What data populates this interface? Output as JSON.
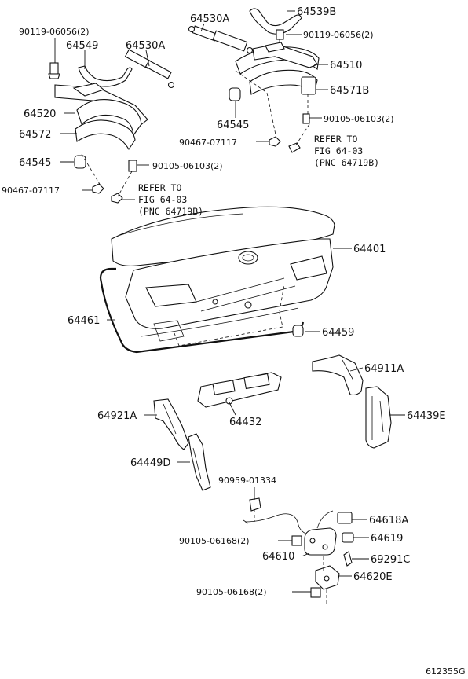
{
  "labels": {
    "l64539B": "64539B",
    "l64530A_top": "64530A",
    "l90119_right": "90119-06056(2)",
    "l90119_left": "90119-06056(2)",
    "l64549": "64549",
    "l64530A_left": "64530A",
    "l64510": "64510",
    "l64571B": "64571B",
    "l64520": "64520",
    "l64545_mid": "64545",
    "l90105_right": "90105-06103(2)",
    "l64572": "64572",
    "l90467_right": "90467-07117",
    "refer_right_1": "REFER TO",
    "refer_right_2": "FIG 64-03",
    "refer_right_3": "(PNC 64719B)",
    "l64545_left": "64545",
    "l90105_left": "90105-06103(2)",
    "l90467_left": "90467-07117",
    "refer_left_1": "REFER TO",
    "refer_left_2": "FIG 64-03",
    "refer_left_3": "(PNC 64719B)",
    "l64401": "64401",
    "l64461": "64461",
    "l64459": "64459",
    "l64911A": "64911A",
    "l64921A": "64921A",
    "l64432": "64432",
    "l64439E": "64439E",
    "l64449D": "64449D",
    "l90959": "90959-01334",
    "l64618A": "64618A",
    "l90105_06168_a": "90105-06168(2)",
    "l64619": "64619",
    "l64610": "64610",
    "l69291C": "69291C",
    "l64620E": "64620E",
    "l90105_06168_b": "90105-06168(2)",
    "diagram_code": "612355G"
  }
}
